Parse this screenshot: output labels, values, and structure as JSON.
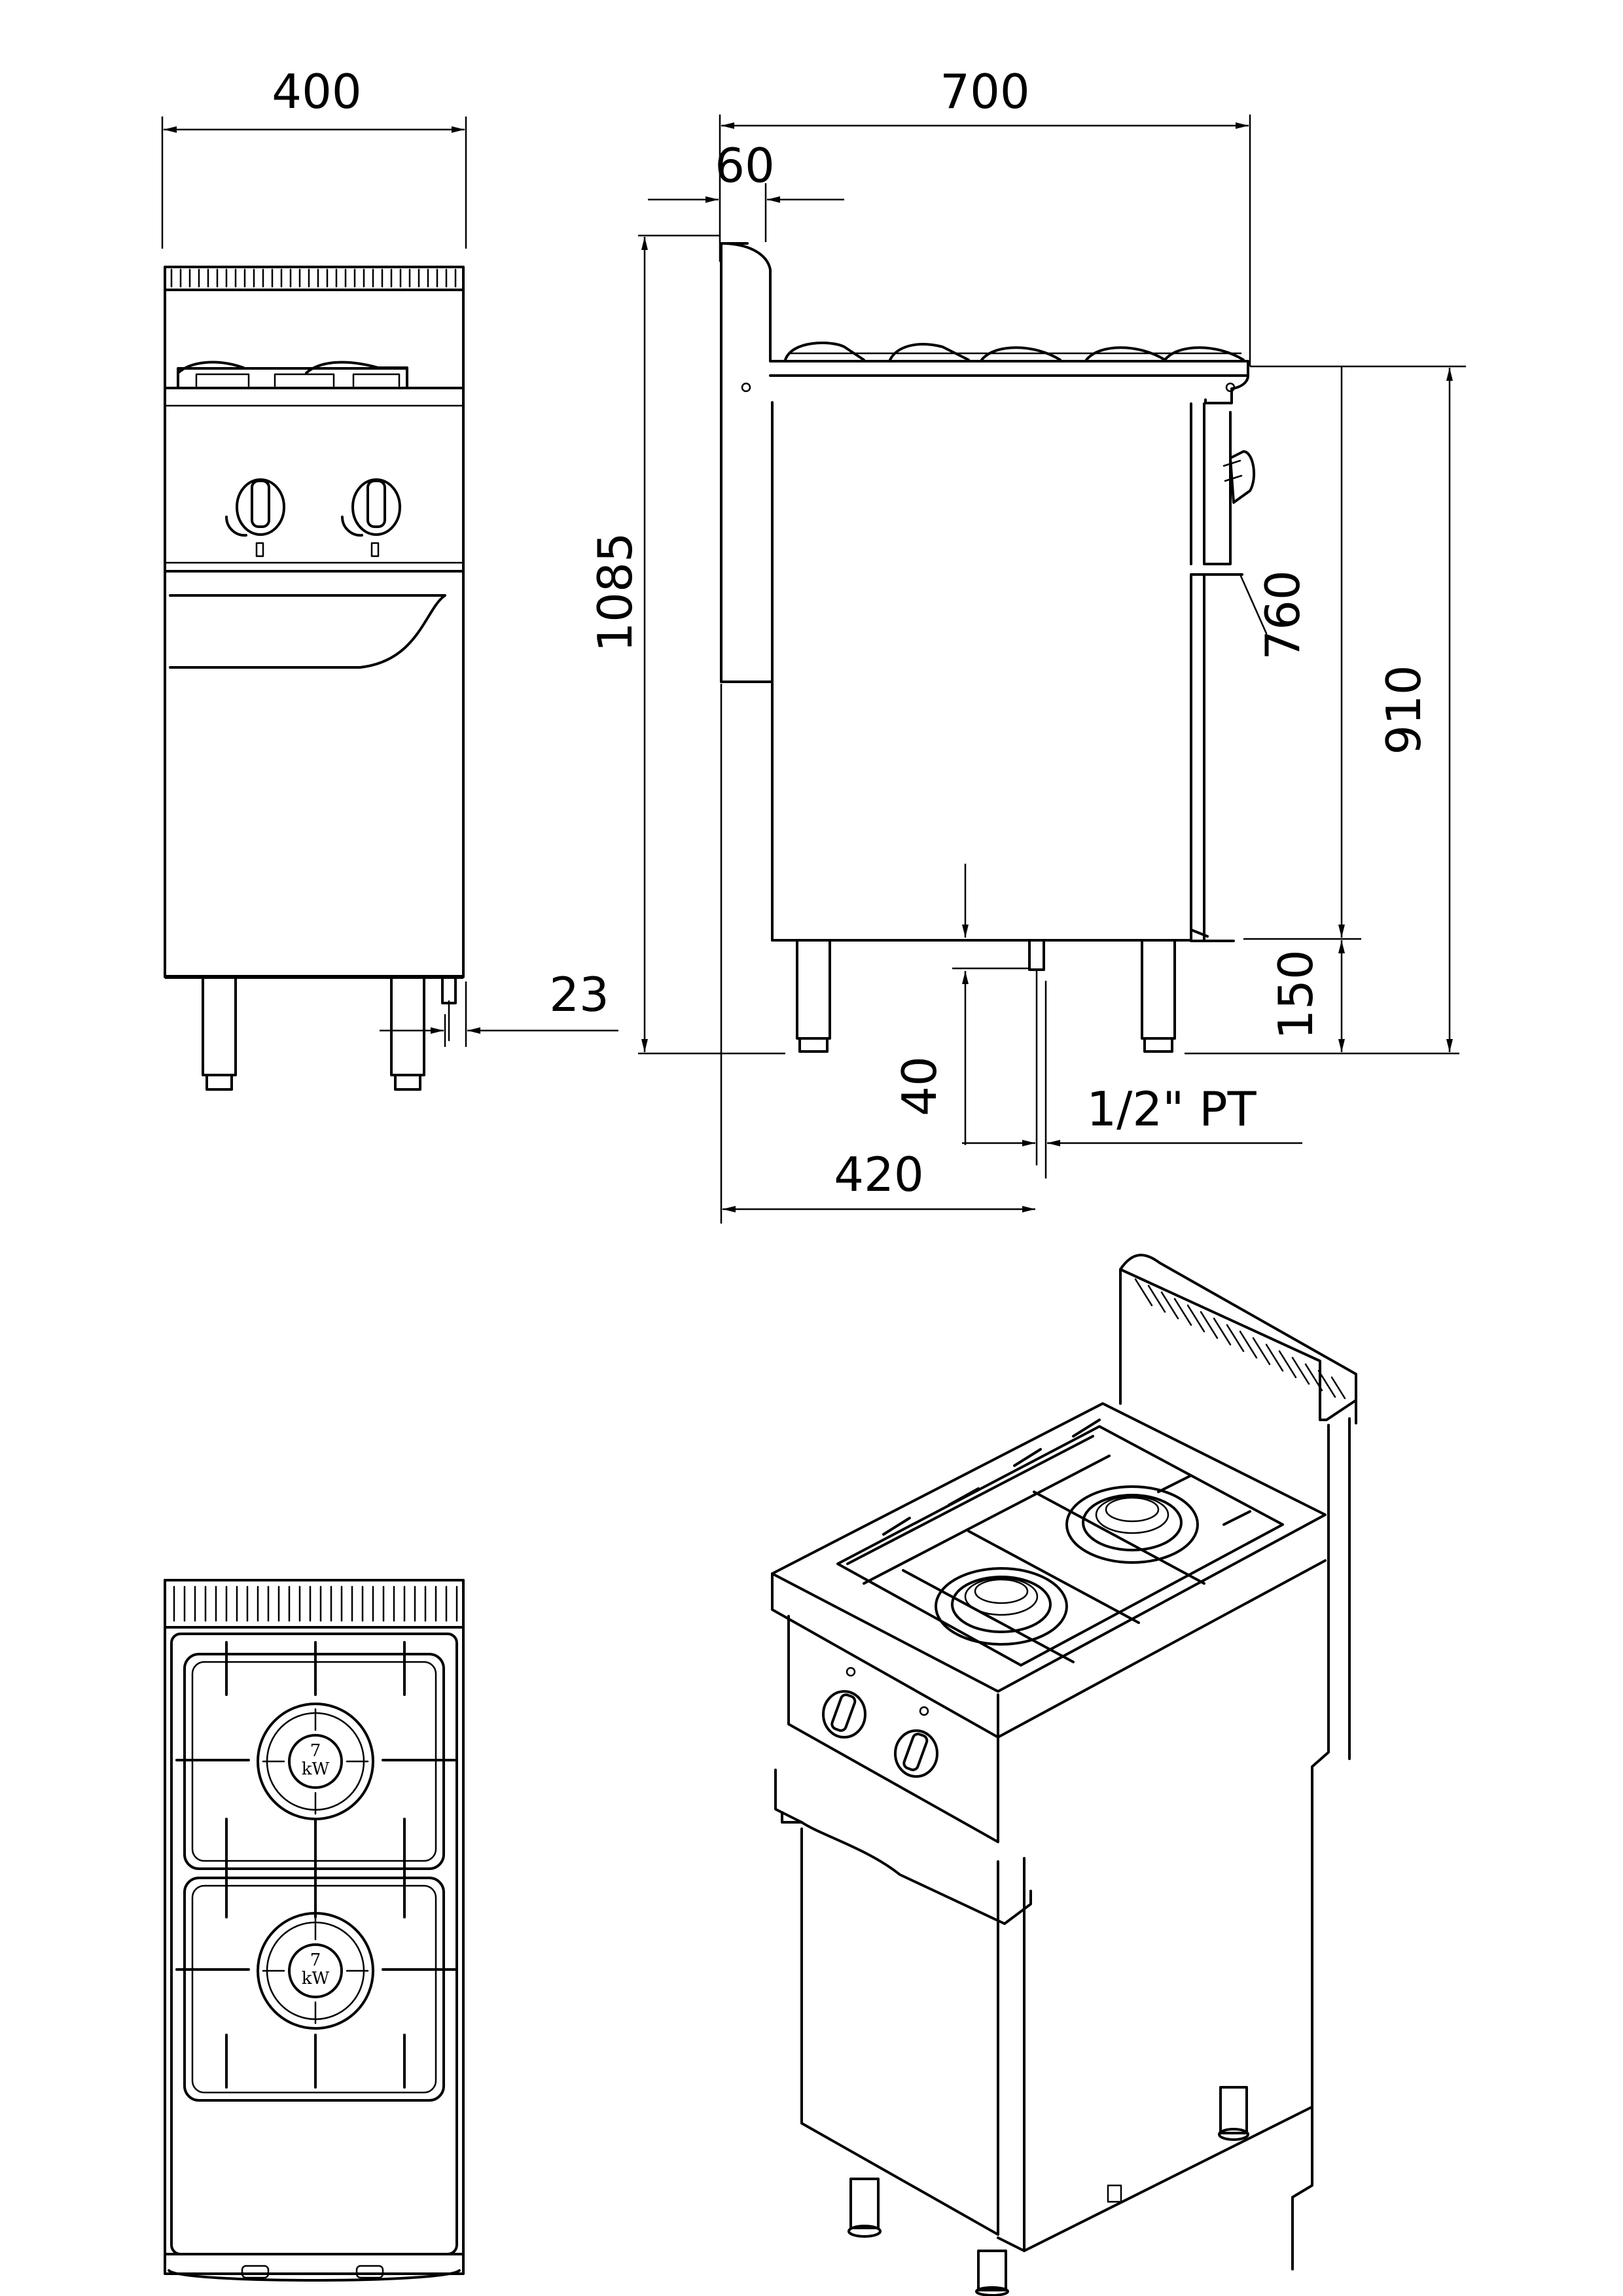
{
  "dimensions": {
    "width_front": "400",
    "depth_total": "700",
    "backsplash_depth": "60",
    "height_total": "1085",
    "hob_height": "760",
    "worktop_height": "910",
    "leg_height": "150",
    "foot_offset": "23",
    "gas_inlet_height": "40",
    "gas_inlet_position": "420",
    "gas_connection": "1/2\"  PT"
  },
  "burners": [
    {
      "power_value": "7",
      "power_unit": "kW"
    },
    {
      "power_value": "7",
      "power_unit": "kW"
    }
  ]
}
